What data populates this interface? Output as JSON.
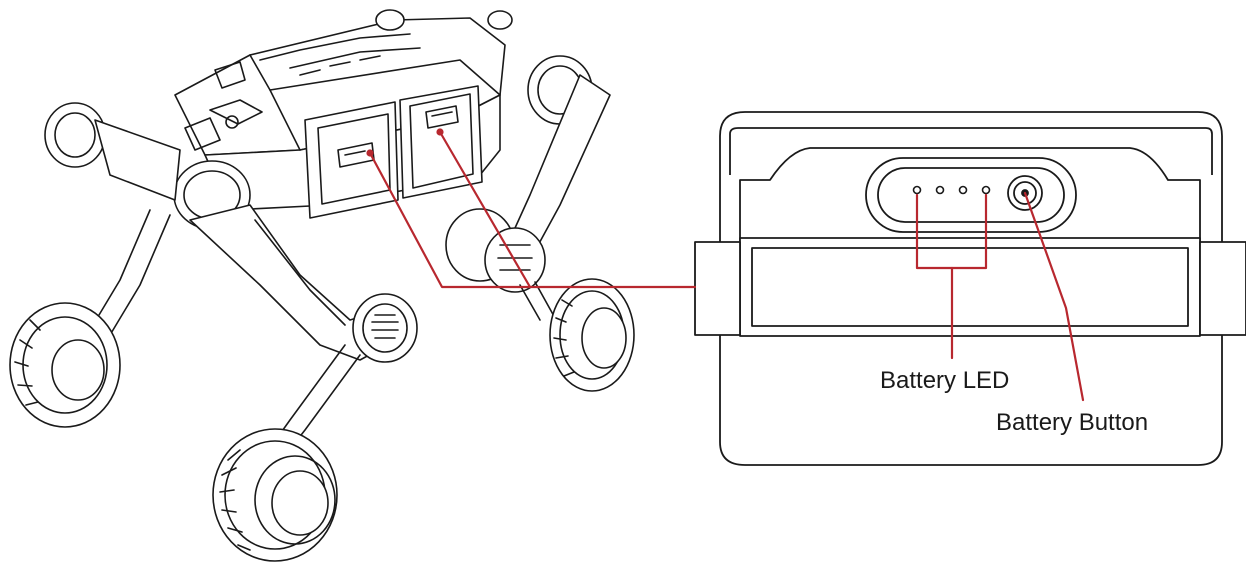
{
  "labels": {
    "battery_led": "Battery LED",
    "battery_button": "Battery Button"
  },
  "colors": {
    "line_art": "#1a1a1a",
    "callout": "#b8282f",
    "background": "#ffffff"
  },
  "battery_indicator": {
    "led_count": 4
  }
}
